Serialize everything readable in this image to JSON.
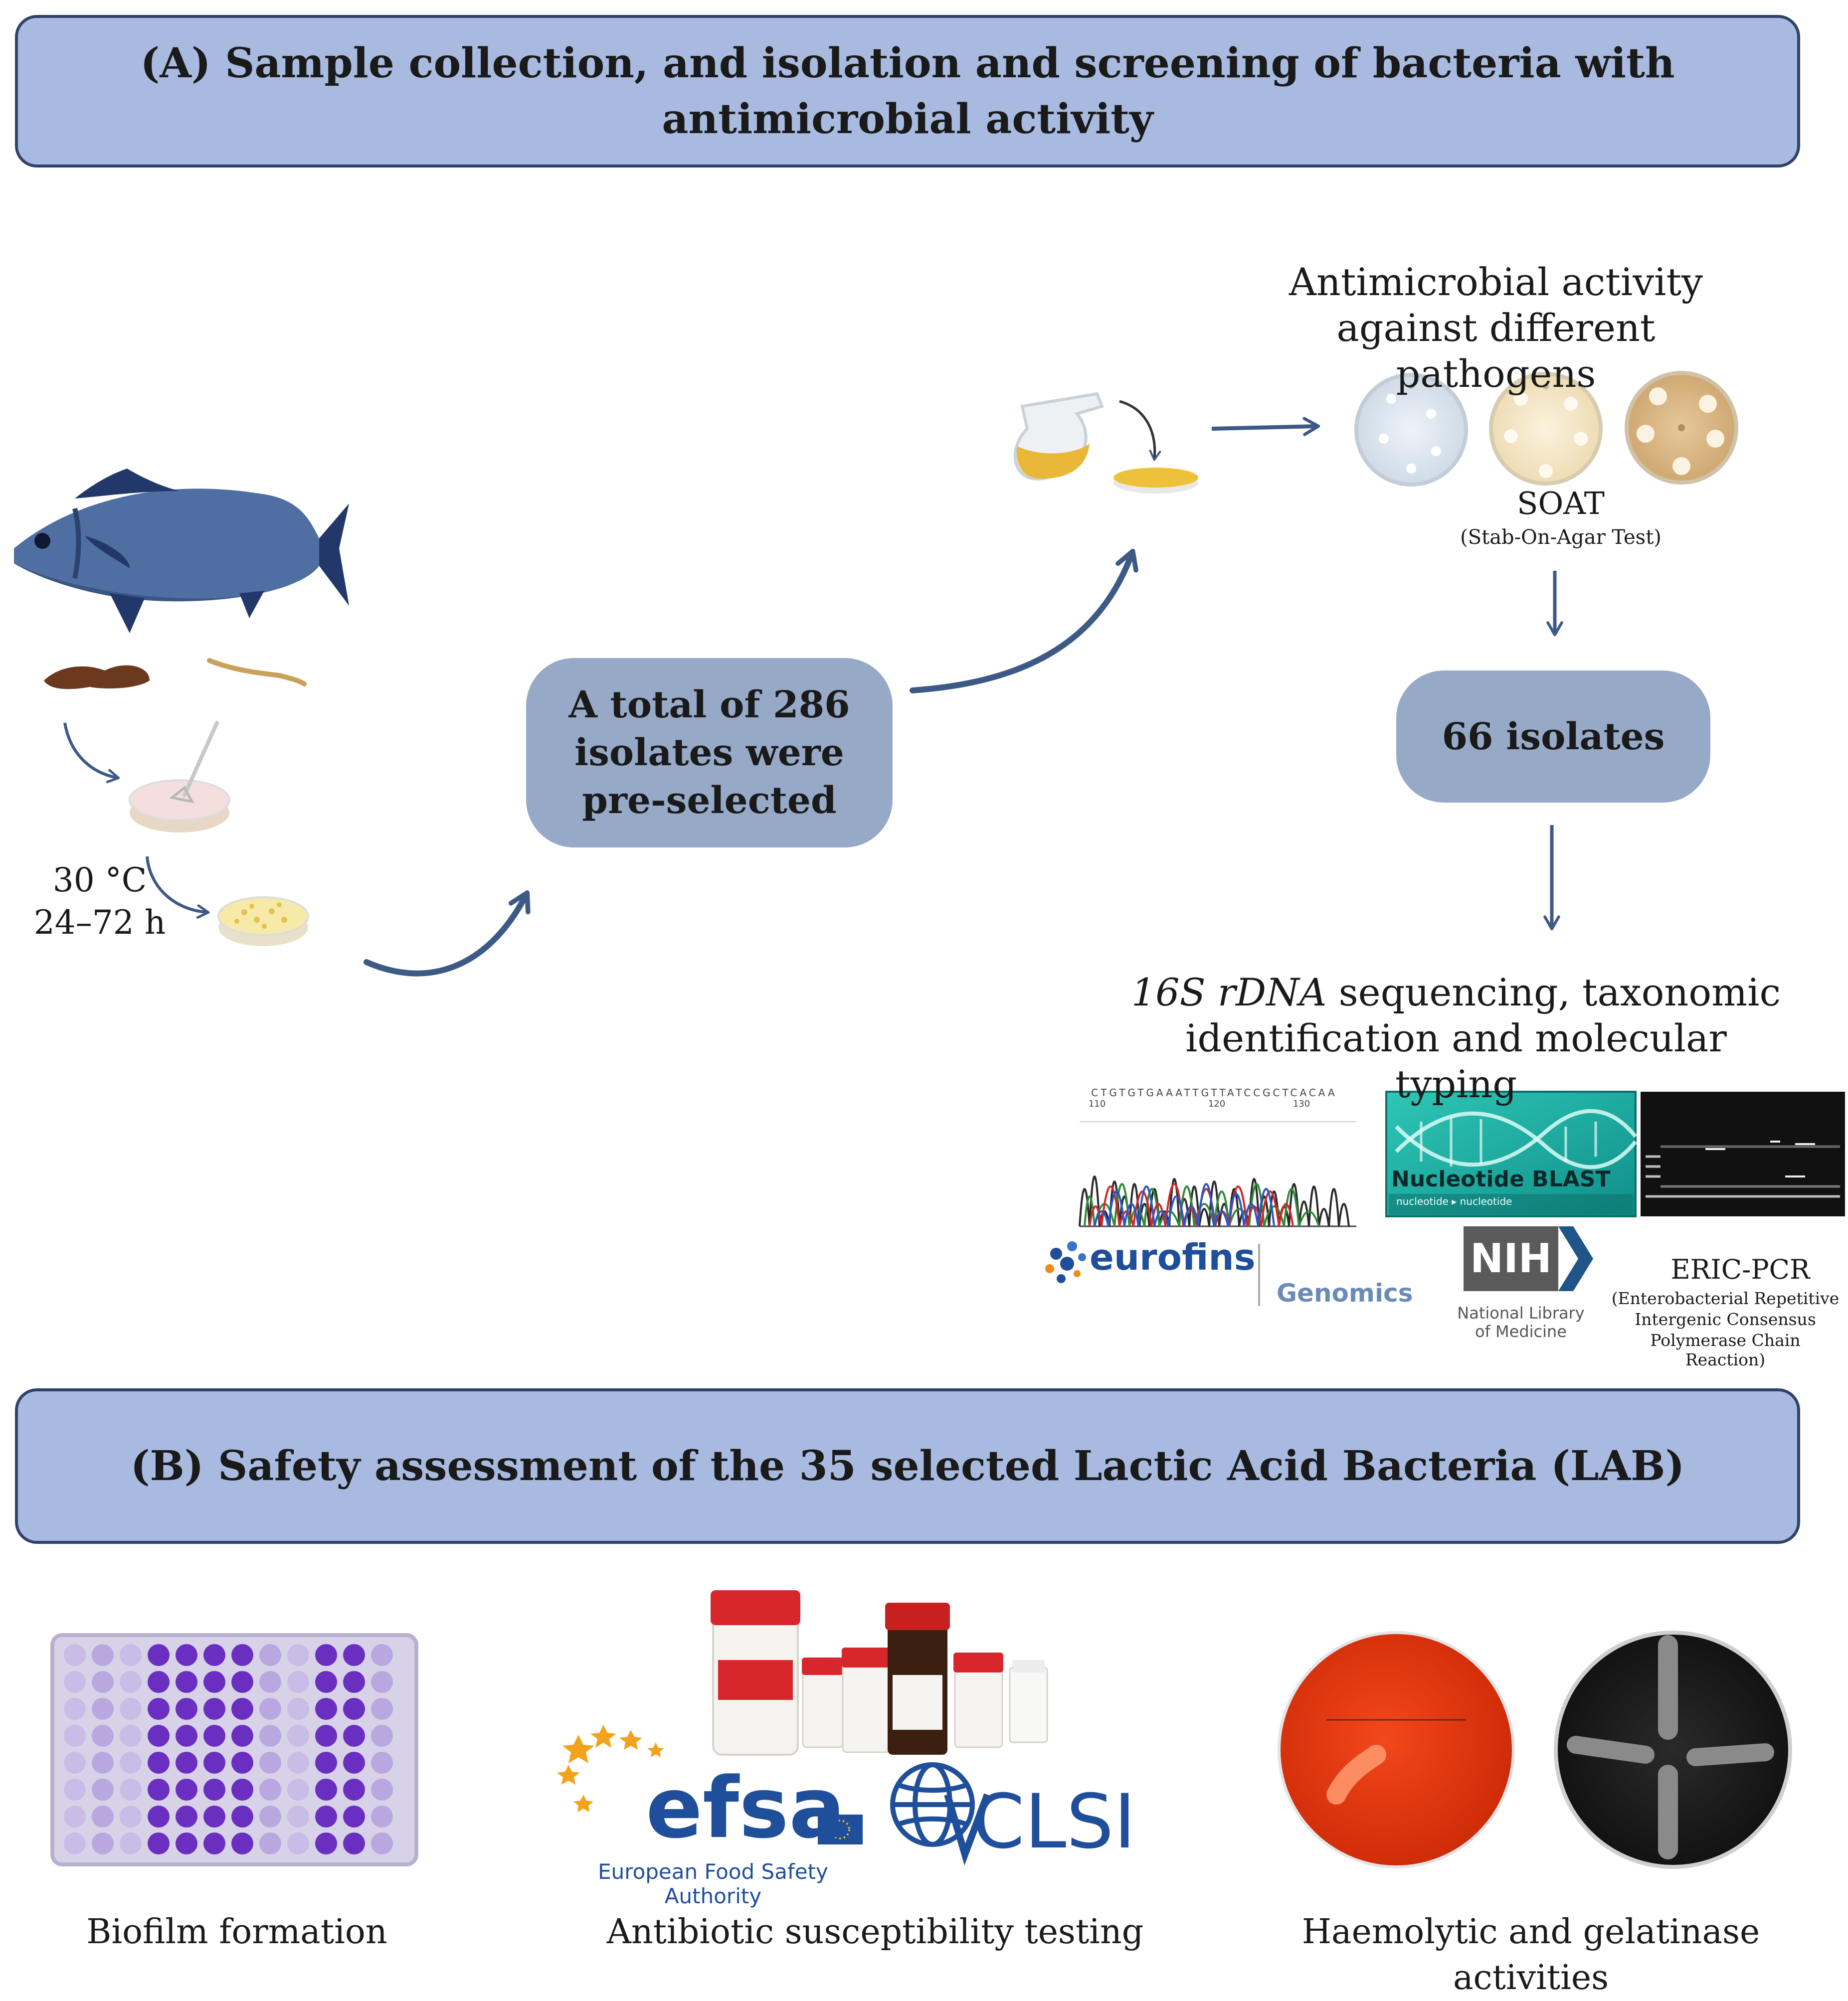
{
  "section_a": {
    "title": "(A) Sample collection, and isolation and screening of bacteria with antimicrobial activity"
  },
  "incubation": {
    "temperature": "30 °C",
    "duration": "24–72 h"
  },
  "preselected_box": "A total of 286 isolates were pre-selected",
  "antimicrobial_label": "Antimicrobial activity against different pathogens",
  "soat": {
    "label": "SOAT",
    "full": "(Stab-On-Agar Test)"
  },
  "isolates_box": "66 isolates",
  "sequencing": {
    "italic": "16S rDNA",
    "rest": " sequencing,  taxonomic identification and molecular typing"
  },
  "chromatogram": {
    "sequence": "CTGTGTGAAATTGTTATCCGCTCACAA",
    "ticks": [
      "110",
      "120",
      "130"
    ]
  },
  "blast": {
    "title": "Nucleotide BLAST",
    "subtitle": "nucleotide ▸ nucleotide"
  },
  "eurofins": {
    "name": "eurofins",
    "division": "Genomics"
  },
  "nih": {
    "mark": "NIH",
    "line1": "National Library",
    "line2": "of Medicine"
  },
  "eric_pcr": {
    "label": "ERIC-PCR",
    "full1": "(Enterobacterial Repetitive",
    "full2": "Intergenic Consensus",
    "full3": "Polymerase Chain Reaction)"
  },
  "section_b": {
    "title": "(B) Safety assessment of the 35 selected Lactic Acid Bacteria (LAB)"
  },
  "efsa": {
    "name": "efsa",
    "full": "European Food Safety Authority"
  },
  "clsi": {
    "name": "CLSI"
  },
  "panels": {
    "biofilm": "Biofilm formation",
    "antibiotic": "Antibiotic susceptibility testing",
    "haemolytic": "Haemolytic and gelatinase activities"
  },
  "colors": {
    "banner_fill": "#a8badf",
    "banner_border": "#2f4368",
    "box_fill": "#96a9c6",
    "arrow": "#3d5a86"
  }
}
